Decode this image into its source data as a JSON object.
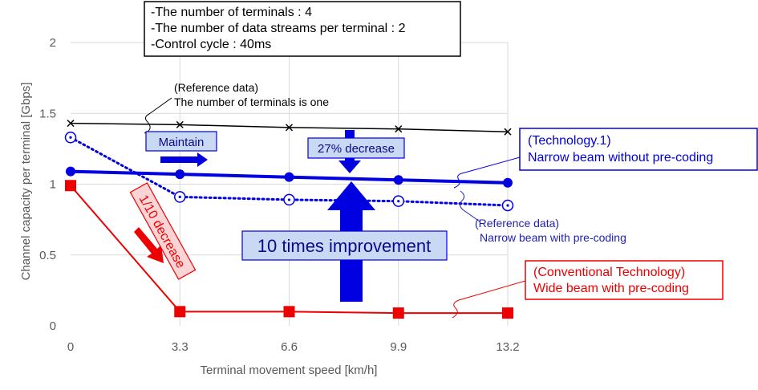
{
  "chart_data": {
    "type": "line",
    "xlabel": "Terminal movement speed [km/h]",
    "ylabel": "Channel capacity per terminal [Gbps]",
    "x": [
      0,
      3.3,
      6.6,
      9.9,
      13.2
    ],
    "x_tick_labels": [
      "0",
      "3.3",
      "6.6",
      "9.9",
      "13.2"
    ],
    "y_ticks": [
      0,
      0.5,
      1,
      1.5,
      2
    ],
    "y_tick_labels": [
      "0",
      "0.5",
      "1",
      "1.5",
      "2"
    ],
    "xlim": [
      0,
      13.2
    ],
    "ylim": [
      0,
      2
    ],
    "grid": true,
    "series": [
      {
        "key": "reference_one",
        "values": [
          1.43,
          1.42,
          1.4,
          1.39,
          1.37
        ],
        "color": "#000000",
        "marker": "x",
        "line": "solid"
      },
      {
        "key": "technology1",
        "values": [
          1.09,
          1.07,
          1.05,
          1.03,
          1.01
        ],
        "color": "#0000e0",
        "marker": "filled-circle",
        "line": "solid-thick"
      },
      {
        "key": "reference_precoding",
        "values": [
          1.33,
          0.91,
          0.89,
          0.88,
          0.85
        ],
        "color": "#0000e0",
        "marker": "open-circle",
        "line": "dotted"
      },
      {
        "key": "conventional",
        "values": [
          0.99,
          0.1,
          0.1,
          0.09,
          0.09
        ],
        "color": "#ee0000",
        "marker": "filled-square",
        "line": "solid"
      }
    ],
    "info_box": [
      "-The number of terminals : 4",
      "-The number of data streams per terminal : 2",
      "-Control cycle : 40ms"
    ],
    "annotations": {
      "ref_one_line1": "(Reference data)",
      "ref_one_line2": "The number of terminals is one",
      "tech1_line1": "(Technology.1)",
      "tech1_line2": "Narrow beam without pre-coding",
      "ref_pre_line1": "(Reference data)",
      "ref_pre_line2": "Narrow beam with pre-coding",
      "conv_line1": "(Conventional Technology)",
      "conv_line2": "Wide beam with pre-coding",
      "maintain": "Maintain",
      "decrease27": "27% decrease",
      "improvement": "10 times improvement",
      "decrease10": "1/10 decrease"
    },
    "colors": {
      "blue": "#0000e0",
      "red": "#ee0000",
      "badge_fill": "#c9d9f3"
    }
  }
}
